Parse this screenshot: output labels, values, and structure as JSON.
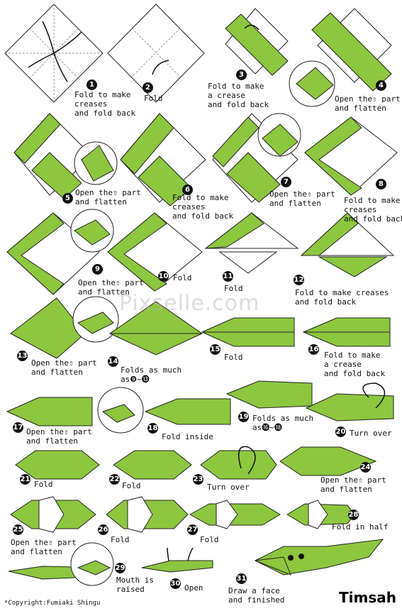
{
  "colors": {
    "paper_green": "#8dc63f",
    "paper_white": "#ffffff",
    "line": "#222222",
    "crease": "#9a9a9a"
  },
  "title": "Timsah",
  "copyright": "*Copyright:Fumiaki Shingu",
  "watermark": "Pixselle.com",
  "steps": [
    {
      "n": "1",
      "text": "Fold to make\ncreases\nand fold back"
    },
    {
      "n": "2",
      "text": "Fold"
    },
    {
      "n": "3",
      "text": "Fold to make\na crease\nand fold back"
    },
    {
      "n": "4",
      "text": "Open the⇧ part\nand flatten"
    },
    {
      "n": "5",
      "text": "Open the⇧ part\nand flatten"
    },
    {
      "n": "6",
      "text": "Fold to make\ncreases\nand fold back"
    },
    {
      "n": "7",
      "text": "Open the⇧ part\nand flatten"
    },
    {
      "n": "8",
      "text": "Fold to make\ncreases\nand fold back"
    },
    {
      "n": "9",
      "text": "Open the⇧ part\nand flatten"
    },
    {
      "n": "10",
      "text": "Fold"
    },
    {
      "n": "11",
      "text": "Fold"
    },
    {
      "n": "12",
      "text": "Fold to make creases\nand fold back"
    },
    {
      "n": "13",
      "text": "Open the⇧ part\nand flatten"
    },
    {
      "n": "14",
      "text": "Folds as much\nas❾~⓭"
    },
    {
      "n": "15",
      "text": "Fold"
    },
    {
      "n": "16",
      "text": "Fold to make\na crease\nand fold back"
    },
    {
      "n": "17",
      "text": "Open the⇧ part\nand flatten"
    },
    {
      "n": "18",
      "text": "Fold inside"
    },
    {
      "n": "19",
      "text": "Folds as much\nas⓰~⓲"
    },
    {
      "n": "20",
      "text": "Turn over"
    },
    {
      "n": "21",
      "text": "Fold"
    },
    {
      "n": "22",
      "text": "Fold"
    },
    {
      "n": "23",
      "text": "Turn over"
    },
    {
      "n": "24",
      "text": "Open the⇧ part\nand flatten"
    },
    {
      "n": "25",
      "text": "Open the⇧ part\nand flatten"
    },
    {
      "n": "26",
      "text": "Fold"
    },
    {
      "n": "27",
      "text": "Fold"
    },
    {
      "n": "28",
      "text": "Fold in half"
    },
    {
      "n": "29",
      "text": "Mouth is\nraised"
    },
    {
      "n": "30",
      "text": "Open"
    },
    {
      "n": "31",
      "text": "Draw a face\nand finished"
    }
  ]
}
